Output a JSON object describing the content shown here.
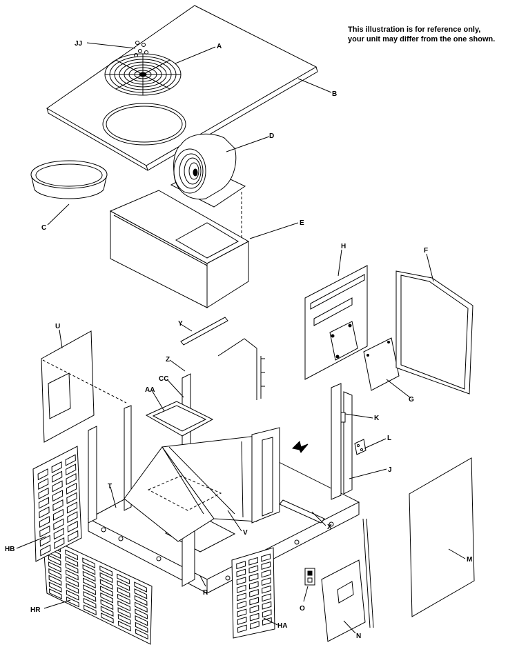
{
  "note": {
    "line1": "This illustration is for reference only,",
    "line2": "your unit may differ from the one shown."
  },
  "labels": {
    "A": "A",
    "B": "B",
    "C": "C",
    "D": "D",
    "E": "E",
    "F": "F",
    "G": "G",
    "H": "H",
    "J": "J",
    "K": "K",
    "L": "L",
    "M": "M",
    "N": "N",
    "O": "O",
    "R": "R",
    "T": "T",
    "U": "U",
    "V": "V",
    "X": "X",
    "Y": "Y",
    "Z": "Z",
    "AA": "AA",
    "CC": "CC",
    "JJ": "JJ",
    "HA": "HA",
    "HB": "HB",
    "HR": "HR"
  }
}
